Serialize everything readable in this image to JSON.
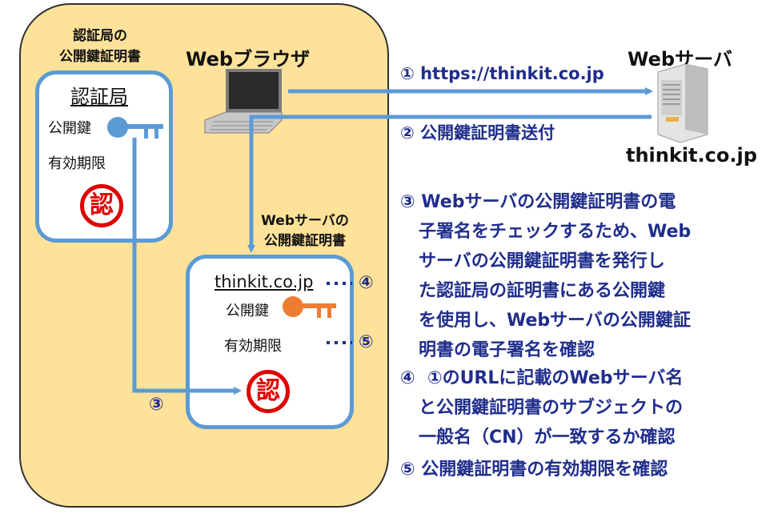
{
  "ca_section": {
    "heading": "認証局の\n公開鍵証明書",
    "title": "認証局",
    "public_key_label": "公開鍵",
    "validity_label": "有効期限",
    "seal": "認",
    "key_color": "#5b9bd5"
  },
  "browser": {
    "title": "Webブラウザ"
  },
  "server": {
    "title": "Webサーバ",
    "domain": "thinkit.co.jp"
  },
  "server_cert": {
    "heading": "Webサーバの\n公開鍵証明書",
    "domain": "thinkit.co.jp",
    "public_key_label": "公開鍵",
    "validity_label": "有効期限",
    "seal": "認",
    "key_color": "#ed7d31",
    "marker_4": "④",
    "marker_5": "⑤",
    "marker_3": "③"
  },
  "steps": {
    "s1": "① https://thinkit.co.jp",
    "s2": "② 公開鍵証明書送付",
    "s3": "③ Webサーバの公開鍵証明書の電\n   子署名をチェックするため、Web\n   サーバの公開鍵証明書を発行し\n   た認証局の証明書にある公開鍵\n   を使用し、Webサーバの公開鍵証\n   明書の電子署名を確認",
    "s4": "④  ①のURLに記載のWebサーバ名\n   と公開鍵証明書のサブジェクトの\n   一般名（CN）が一致するか確認",
    "s5": "⑤ 公開鍵証明書の有効期限を確認"
  },
  "colors": {
    "panel": "#ffe29a",
    "arrow": "#5b9bd5",
    "text_blue": "#1f2d8c",
    "seal_red": "#e00000"
  }
}
